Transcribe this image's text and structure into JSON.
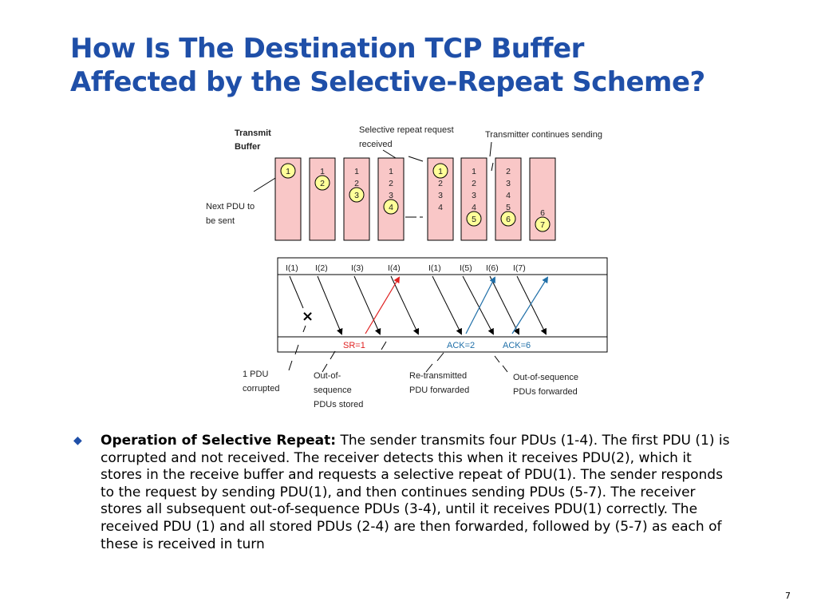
{
  "slide": {
    "title_line1": "How Is The Destination TCP Buffer",
    "title_line2": "Affected by the Selective-Repeat Scheme?",
    "page_number": "7"
  },
  "diagram": {
    "transmit_buffer_line1": "Transmit",
    "transmit_buffer_line2": "Buffer",
    "sr_request_line1": "Selective repeat request",
    "sr_request_line2": "received",
    "transmitter_continues": "Transmitter continues sending",
    "next_pdu_line1": "Next PDU to",
    "next_pdu_line2": "be sent",
    "buffers": [
      {
        "items": [
          "1"
        ],
        "circled": "1"
      },
      {
        "items": [
          "1",
          "2"
        ],
        "circled": "2"
      },
      {
        "items": [
          "1",
          "2",
          "3"
        ],
        "circled": "3"
      },
      {
        "items": [
          "1",
          "2",
          "3",
          "4"
        ],
        "circled": "4"
      },
      {
        "items": [
          "1",
          "2",
          "3",
          "4"
        ],
        "circled": "1"
      },
      {
        "items": [
          "1",
          "2",
          "3",
          "4",
          "5"
        ],
        "circled": "5"
      },
      {
        "items": [
          "2",
          "3",
          "4",
          "5",
          "6"
        ],
        "circled": "6"
      },
      {
        "items": [
          "6",
          "7"
        ],
        "circled": "7"
      }
    ],
    "frames": [
      "I(1)",
      "I(2)",
      "I(3)",
      "I(4)",
      "I(1)",
      "I(5)",
      "I(6)",
      "I(7)"
    ],
    "sr_label": "SR=1",
    "ack2_label": "ACK=2",
    "ack6_label": "ACK=6",
    "corrupt_mark": "×",
    "pdu_corrupted_line1": "1 PDU",
    "pdu_corrupted_line2": "corrupted",
    "out_of_seq_line1": "Out-of-",
    "out_of_seq_line2": "sequence",
    "out_of_seq_line3": "PDUs stored",
    "retransmitted_line1": "Re-transmitted",
    "retransmitted_line2": "PDU forwarded",
    "oos_forwarded_line1": "Out-of-sequence",
    "oos_forwarded_line2": "PDUs forwarded",
    "colors": {
      "buffer_fill": "#f9c7c7",
      "circle_fill": "#ffff99",
      "sr_red": "#e02020",
      "ack_blue": "#1f6fa8"
    }
  },
  "body": {
    "bold_lead": "Operation of Selective Repeat:",
    "text": " The sender transmits four PDUs (1-4). The first PDU (1) is corrupted and not received. The receiver detects this when it receives PDU(2), which it stores in the receive buffer and requests a selective repeat of PDU(1). The sender responds to the request by sending PDU(1), and then continues sending PDUs (5-7). The receiver stores all subsequent out-of-sequence PDUs (3-4), until it receives PDU(1) correctly. The received PDU (1) and all stored PDUs (2-4) are then forwarded, followed by (5-7) as each of these is received in turn"
  }
}
